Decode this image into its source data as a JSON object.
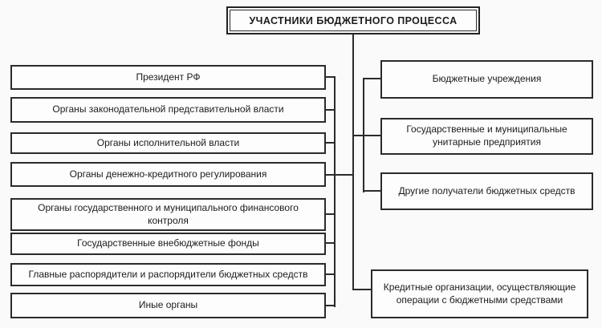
{
  "title": {
    "label": "УЧАСТНИКИ БЮДЖЕТНОГО ПРОЦЕССА"
  },
  "left": {
    "items": [
      {
        "label": "Президент РФ"
      },
      {
        "label": "Органы законодательной представительной власти"
      },
      {
        "label": "Органы исполнительной власти"
      },
      {
        "label": "Органы денежно-кредитного регулирования"
      },
      {
        "label": "Органы государственного и муниципального финансового контроля"
      },
      {
        "label": "Государственные внебюджетные фонды"
      },
      {
        "label": "Главные распорядители и распорядители бюджетных средств"
      },
      {
        "label": "Иные органы"
      }
    ]
  },
  "right": {
    "items": [
      {
        "label": "Бюджетные учреждения"
      },
      {
        "label": "Государственные и муниципальные унитарные предприятия"
      },
      {
        "label": "Другие получатели бюджетных средств"
      },
      {
        "label": "Кредитные организации, осуществляющие операции с бюджетными средствами"
      }
    ]
  },
  "colors": {
    "background": "#fafafa",
    "box_fill": "#fdfdfd",
    "border": "#2b2b2b",
    "text": "#1c1c1c"
  }
}
